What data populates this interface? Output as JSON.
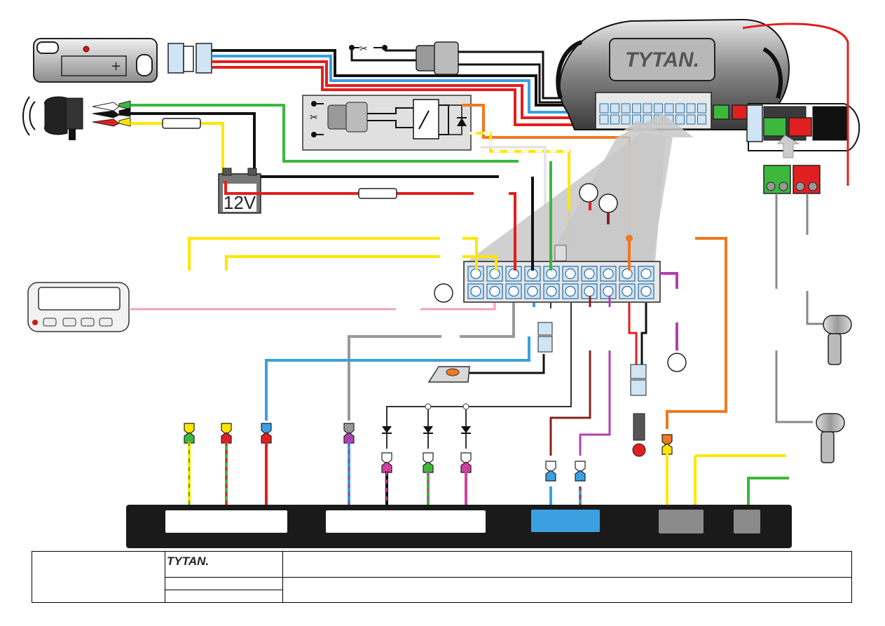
{
  "brand": {
    "name": "TYTAN",
    "logo_text": "TYTAN."
  },
  "battery": {
    "label": "12V"
  },
  "title_block": {
    "logo_text": "TYTAN."
  },
  "colors": {
    "yellow": "#ffe600",
    "green": "#3cb83c",
    "black": "#111111",
    "red": "#e02020",
    "blue": "#3aa0e0",
    "pink": "#f0a0c0",
    "gray": "#999999",
    "orange": "#f07820",
    "purple": "#b040b0",
    "brown": "#8a2020",
    "white": "#ffffff",
    "dark_bar": "#1a1a1a",
    "connector_blue": "#3aa0e0",
    "connector_gray": "#8a8a8a"
  },
  "icons": [
    "remote-key-fob-icon",
    "siren-icon",
    "relay-icon",
    "fuse-icon",
    "battery-icon",
    "lcd-pager-icon",
    "push-button-icon",
    "led-icon",
    "diode-icon",
    "shock-sensor-icon",
    "door-pin-switch-icon",
    "scissors-icon"
  ]
}
